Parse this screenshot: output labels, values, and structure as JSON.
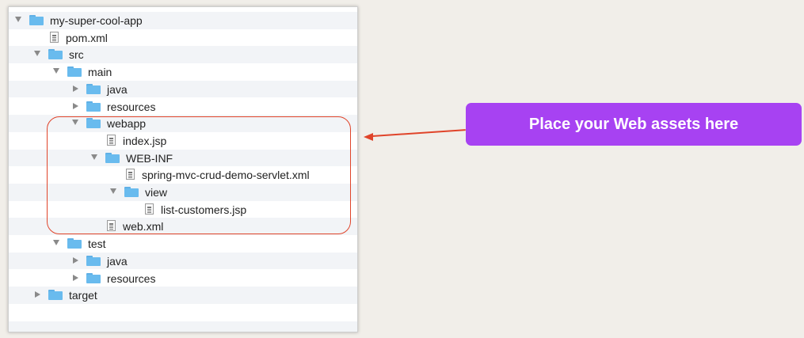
{
  "tree": [
    {
      "label": "my-super-cool-app",
      "type": "folder",
      "depth": 0,
      "state": "expanded"
    },
    {
      "label": "pom.xml",
      "type": "file",
      "depth": 1
    },
    {
      "label": "src",
      "type": "folder",
      "depth": 1,
      "state": "expanded"
    },
    {
      "label": "main",
      "type": "folder",
      "depth": 2,
      "state": "expanded"
    },
    {
      "label": "java",
      "type": "folder",
      "depth": 3,
      "state": "collapsed"
    },
    {
      "label": "resources",
      "type": "folder",
      "depth": 3,
      "state": "collapsed"
    },
    {
      "label": "webapp",
      "type": "folder",
      "depth": 3,
      "state": "expanded"
    },
    {
      "label": "index.jsp",
      "type": "file",
      "depth": 4
    },
    {
      "label": "WEB-INF",
      "type": "folder",
      "depth": 4,
      "state": "expanded"
    },
    {
      "label": "spring-mvc-crud-demo-servlet.xml",
      "type": "file",
      "depth": 5
    },
    {
      "label": "view",
      "type": "folder",
      "depth": 5,
      "state": "expanded"
    },
    {
      "label": "list-customers.jsp",
      "type": "file",
      "depth": 6
    },
    {
      "label": "web.xml",
      "type": "file",
      "depth": 4
    },
    {
      "label": "test",
      "type": "folder",
      "depth": 2,
      "state": "expanded"
    },
    {
      "label": "java",
      "type": "folder",
      "depth": 3,
      "state": "collapsed"
    },
    {
      "label": "resources",
      "type": "folder",
      "depth": 3,
      "state": "collapsed"
    },
    {
      "label": "target",
      "type": "folder",
      "depth": 1,
      "state": "collapsed"
    }
  ],
  "callout": {
    "text": "Place your Web assets here"
  },
  "colors": {
    "callout_bg": "#a742f2",
    "highlight": "#e0442a",
    "folder": "#69bbee"
  }
}
